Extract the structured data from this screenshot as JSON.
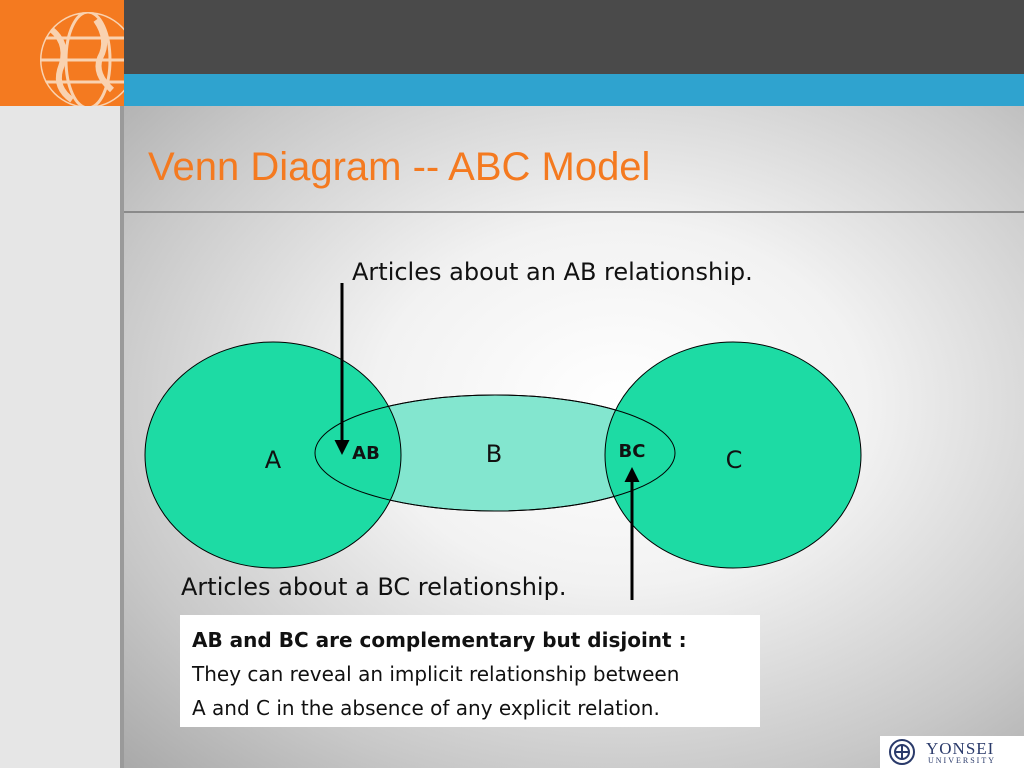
{
  "slide": {
    "title": "Venn Diagram -- ABC Model"
  },
  "diagram": {
    "sets": [
      {
        "id": "A",
        "label": "A"
      },
      {
        "id": "B",
        "label": "B"
      },
      {
        "id": "C",
        "label": "C"
      }
    ],
    "overlaps": [
      {
        "id": "AB",
        "label": "AB"
      },
      {
        "id": "BC",
        "label": "BC"
      }
    ],
    "callouts": {
      "ab": "Articles about an AB relationship.",
      "bc": "Articles about a BC relationship."
    },
    "colors": {
      "outer_fill": "#1ddba4",
      "middle_fill": "#83e6cf",
      "stroke": "#000000",
      "title": "#f47a20",
      "header_dark": "#4a4a4a",
      "header_blue": "#2fa3cf",
      "logo_bg": "#f47a20"
    }
  },
  "note": {
    "heading": "AB and BC are complementary but disjoint :",
    "line1": "They can reveal an implicit relationship between",
    "line2": "A and C in the absence of any explicit relation."
  },
  "footer": {
    "logo_text": "YONSEI",
    "logo_sub": "UNIVERSITY"
  }
}
